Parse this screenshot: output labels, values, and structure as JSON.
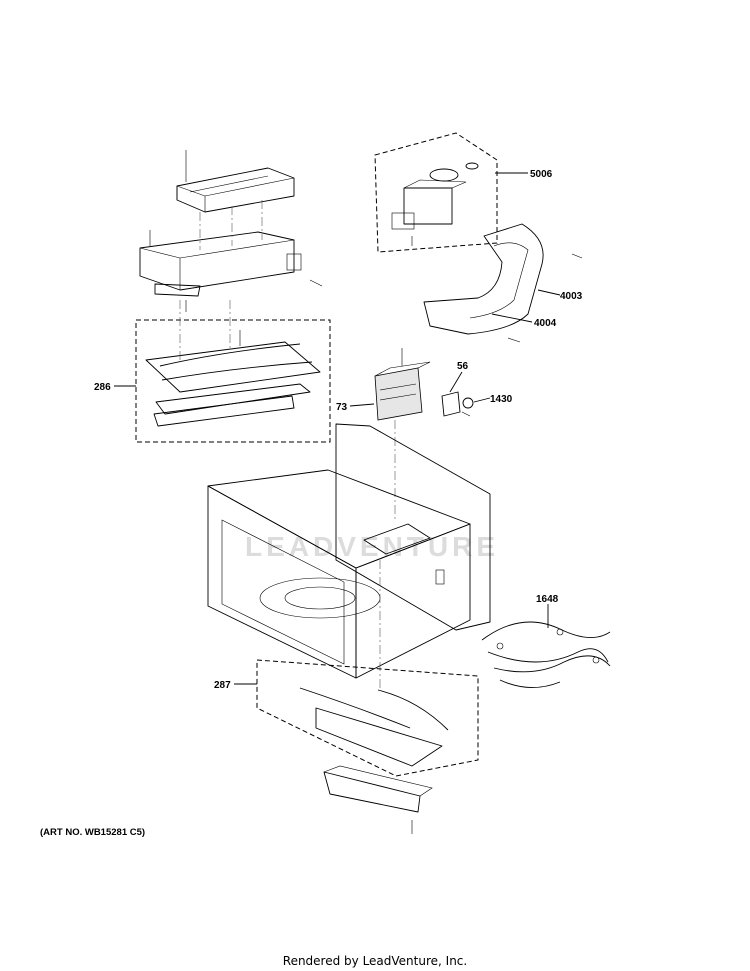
{
  "diagram": {
    "callouts": [
      {
        "id": "5006",
        "label": "5006"
      },
      {
        "id": "4003",
        "label": "4003"
      },
      {
        "id": "4004",
        "label": "4004"
      },
      {
        "id": "286",
        "label": "286"
      },
      {
        "id": "56",
        "label": "56"
      },
      {
        "id": "73",
        "label": "73"
      },
      {
        "id": "1430",
        "label": "1430"
      },
      {
        "id": "1648",
        "label": "1648"
      },
      {
        "id": "287",
        "label": "287"
      }
    ],
    "watermark": "LEADVENTURE",
    "art_number": "(ART NO. WB15281 C5)"
  },
  "footer": {
    "rendered_by": "Rendered by LeadVenture, Inc."
  }
}
